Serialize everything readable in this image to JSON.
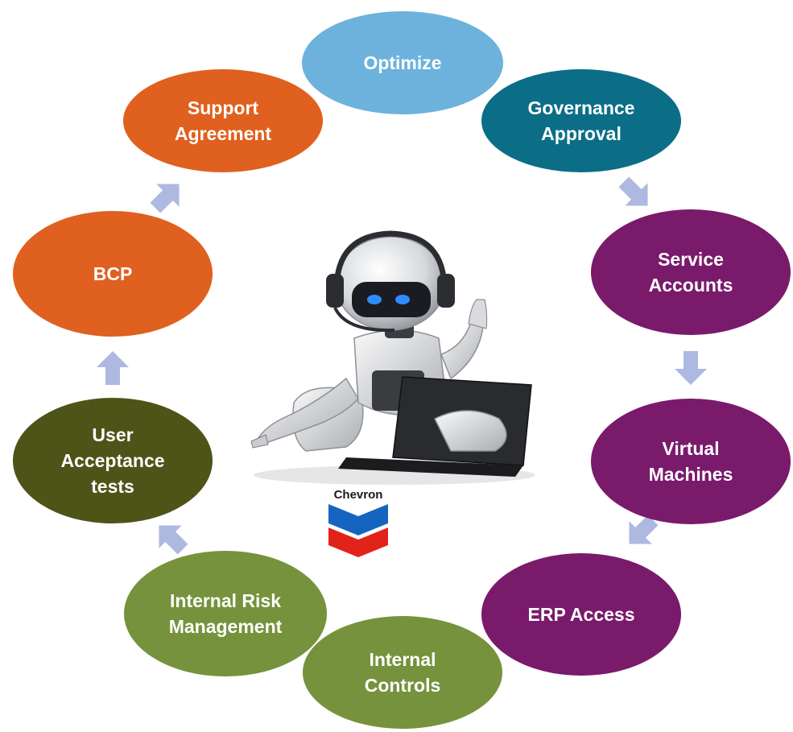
{
  "colors": {
    "optimize": "#6cb2dc",
    "governance": "#0b6e86",
    "purple": "#7a1a6b",
    "green_light": "#76923c",
    "olive_dark": "#4e5418",
    "orange": "#e0601f",
    "arrow": "#adb9e0"
  },
  "nodes": [
    {
      "id": "optimize",
      "lines": [
        "Optimize"
      ],
      "color": "#6cb2dc"
    },
    {
      "id": "governance-approval",
      "lines": [
        "Governance",
        "Approval"
      ],
      "color": "#0b6e86"
    },
    {
      "id": "service-accounts",
      "lines": [
        "Service",
        "Accounts"
      ],
      "color": "#7a1a6b"
    },
    {
      "id": "virtual-machines",
      "lines": [
        "Virtual",
        "Machines"
      ],
      "color": "#7a1a6b"
    },
    {
      "id": "erp-access",
      "lines": [
        "ERP Access"
      ],
      "color": "#7a1a6b"
    },
    {
      "id": "internal-controls",
      "lines": [
        "Internal",
        "Controls"
      ],
      "color": "#76923c"
    },
    {
      "id": "internal-risk-management",
      "lines": [
        "Internal Risk",
        "Management"
      ],
      "color": "#76923c"
    },
    {
      "id": "user-acceptance-tests",
      "lines": [
        "User",
        "Acceptance",
        "tests"
      ],
      "color": "#4e5418"
    },
    {
      "id": "bcp",
      "lines": [
        "BCP"
      ],
      "color": "#e0601f"
    },
    {
      "id": "support-agreement",
      "lines": [
        "Support",
        "Agreement"
      ],
      "color": "#e0601f"
    }
  ],
  "center": {
    "illustration": "robot-with-laptop-icon",
    "logo": {
      "text": "Chevron",
      "icon": "chevron-logo-icon",
      "colors": {
        "blue": "#1565c0",
        "red": "#e2231a"
      }
    }
  }
}
